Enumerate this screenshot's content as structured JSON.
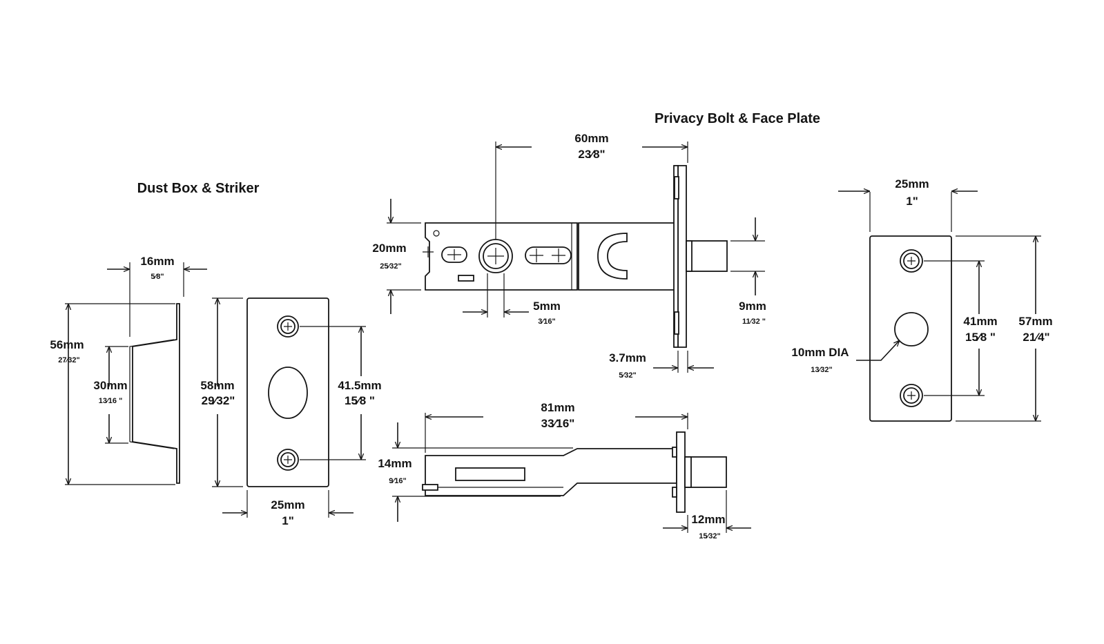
{
  "titles": {
    "dust_box": "Dust Box & Striker",
    "privacy_bolt": "Privacy Bolt & Face Plate"
  },
  "dims": {
    "dust_width_mm": "16mm",
    "dust_width_in": "5⁄8\"",
    "dust_height_mm": "56mm",
    "dust_height_in": "27⁄32\"",
    "dust_depth_mm": "30mm",
    "dust_depth_in": "13⁄16 \"",
    "striker_height_mm": "58mm",
    "striker_height_in": "29⁄32\"",
    "striker_holes_mm": "41.5mm",
    "striker_holes_in": "15⁄8 \"",
    "striker_width_mm": "25mm",
    "striker_width_in": "1\"",
    "bolt_len_mm": "60mm",
    "bolt_len_in": "23⁄8\"",
    "bolt_height_mm": "20mm",
    "bolt_height_in": "25⁄32\"",
    "spindle_mm": "5mm",
    "spindle_in": "3⁄16\"",
    "latch_mm": "9mm",
    "latch_in": "11⁄32 \"",
    "plate_thick_mm": "3.7mm",
    "plate_thick_in": "5⁄32\"",
    "bolt_total_mm": "81mm",
    "bolt_total_in": "33⁄16\"",
    "bolt_side_h_mm": "14mm",
    "bolt_side_h_in": "9⁄16\"",
    "latch_proj_mm": "12mm",
    "latch_proj_in": "15⁄32\"",
    "plate_width_mm": "25mm",
    "plate_width_in": "1\"",
    "plate_holes_mm": "41mm",
    "plate_holes_in": "15⁄8 \"",
    "plate_height_mm": "57mm",
    "plate_height_in": "21⁄4\"",
    "hole_dia_mm": "10mm DIA",
    "hole_dia_in": "13⁄32\""
  }
}
